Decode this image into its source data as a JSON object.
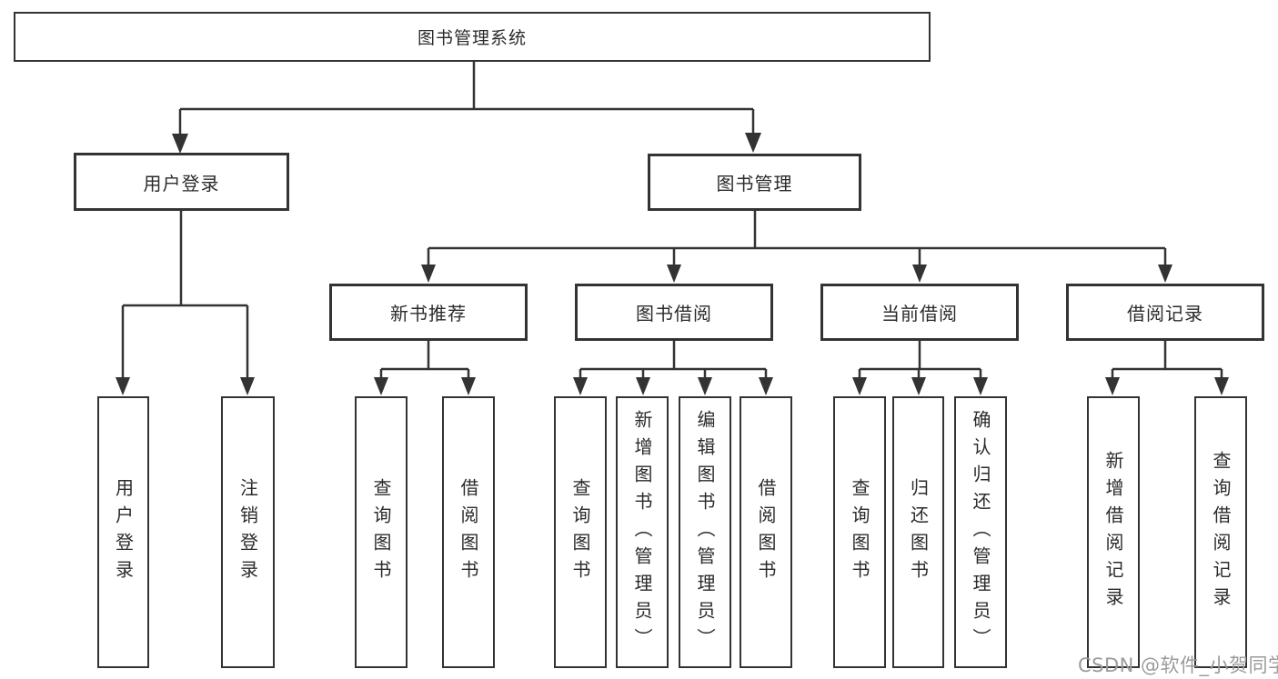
{
  "diagram": {
    "root": {
      "label": "图书管理系统"
    },
    "login": {
      "label": "用户登录",
      "children": [
        {
          "label": "用户登录"
        },
        {
          "label": "注销登录"
        }
      ]
    },
    "management": {
      "label": "图书管理",
      "groups": [
        {
          "label": "新书推荐",
          "children": [
            {
              "label": "查询图书"
            },
            {
              "label": "借阅图书"
            }
          ]
        },
        {
          "label": "图书借阅",
          "children": [
            {
              "label": "查询图书"
            },
            {
              "label": "新增图书（管理员）"
            },
            {
              "label": "编辑图书（管理员）"
            },
            {
              "label": "借阅图书"
            }
          ]
        },
        {
          "label": "当前借阅",
          "children": [
            {
              "label": "查询图书"
            },
            {
              "label": "归还图书"
            },
            {
              "label": "确认归还（管理员）"
            }
          ]
        },
        {
          "label": "借阅记录",
          "children": [
            {
              "label": "新增借阅记录"
            },
            {
              "label": "查询借阅记录"
            }
          ]
        }
      ]
    },
    "colors": {
      "line": "#333333",
      "text": "#2b2b2b",
      "watermark": "#9b9b9d"
    }
  },
  "watermark": "CSDN @软件_小贺同学"
}
